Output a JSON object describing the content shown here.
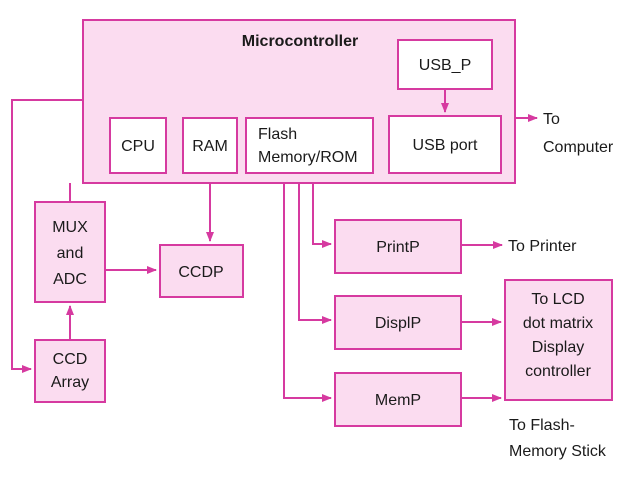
{
  "colors": {
    "accent": "#d63aa0",
    "box_fill": "#fbdcf0",
    "background": "#ffffff"
  },
  "labels": {
    "microcontroller": "Microcontroller",
    "usb_p": "USB_P",
    "usb_port": "USB port",
    "cpu": "CPU",
    "ram": "RAM",
    "flash_line1": "Flash",
    "flash_line2": "Memory/ROM",
    "mux_line1": "MUX",
    "mux_line2": "and",
    "mux_line3": "ADC",
    "ccdp": "CCDP",
    "ccd_line1": "CCD",
    "ccd_line2": "Array",
    "printp": "PrintP",
    "displp": "DisplP",
    "memp": "MemP",
    "lcd_line1": "To LCD",
    "lcd_line2": "dot matrix",
    "lcd_line3": "Display",
    "lcd_line4": "controller",
    "to_computer_line1": "To",
    "to_computer_line2": "Computer",
    "to_printer": "To Printer",
    "to_flash_line1": "To Flash-",
    "to_flash_line2": "Memory Stick"
  }
}
